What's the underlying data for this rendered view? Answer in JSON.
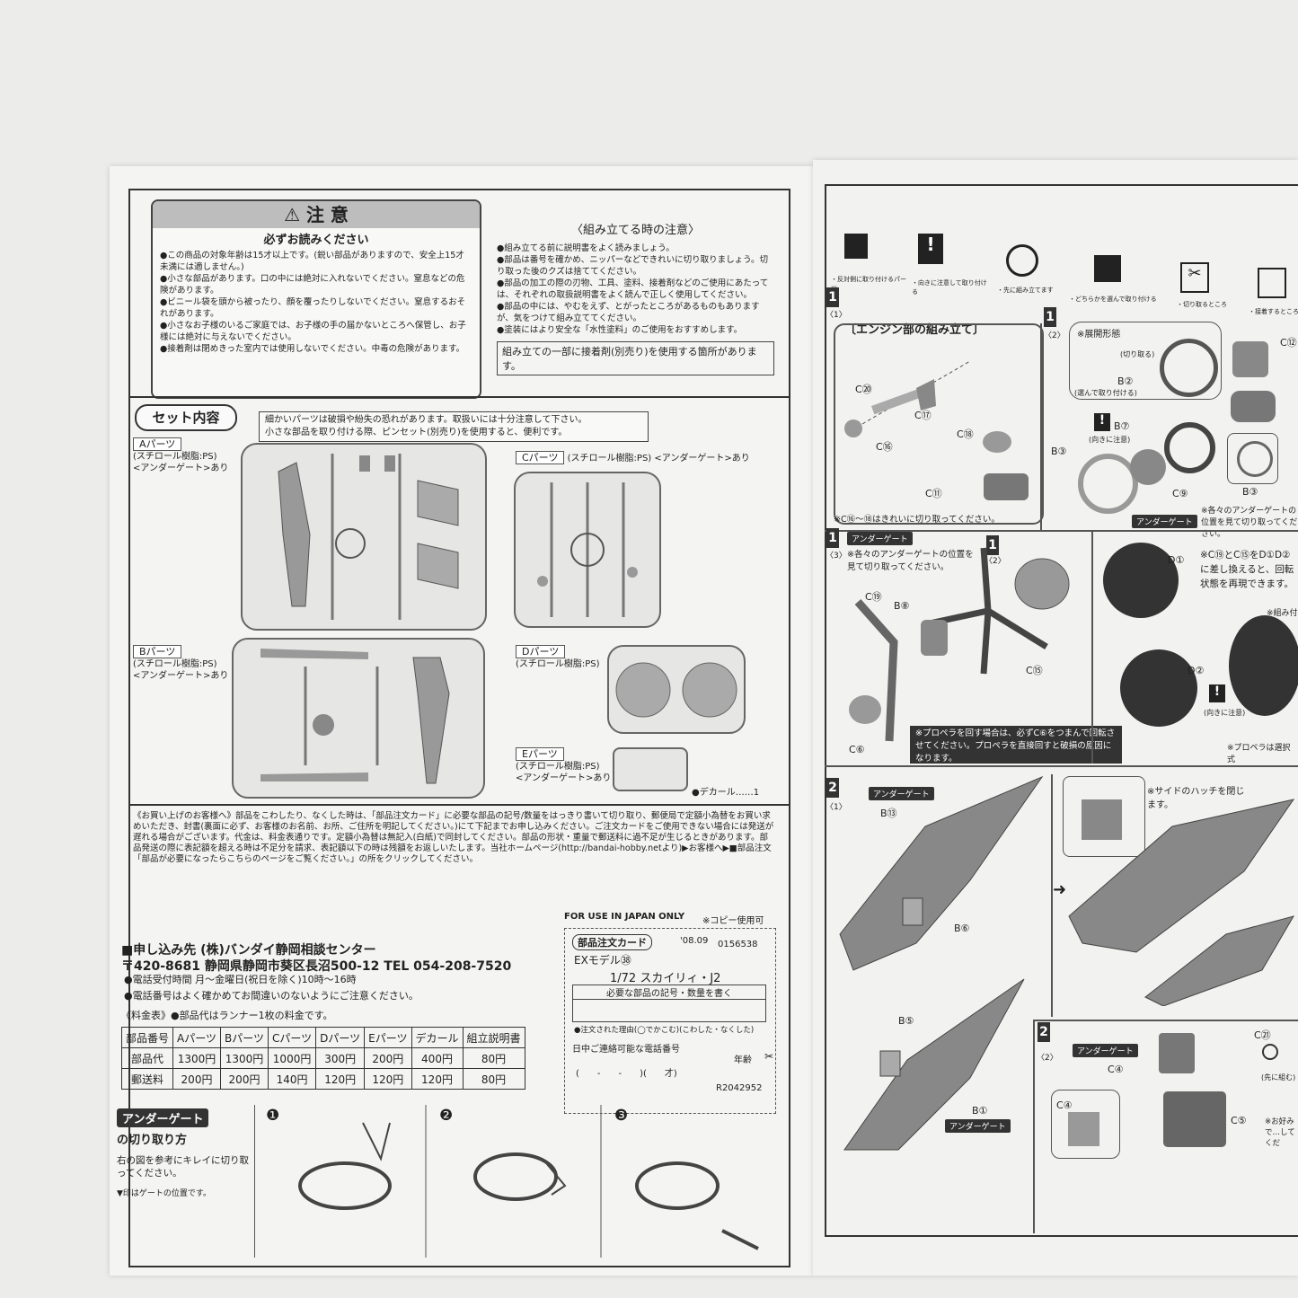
{
  "caution": {
    "title": "注 意",
    "subtitle": "必ずお読みください",
    "items": [
      "●この商品の対象年齢は15才以上です。(鋭い部品がありますので、安全上15才未満には適しません。)",
      "●小さな部品があります。口の中には絶対に入れないでください。窒息などの危険があります。",
      "●ビニール袋を頭から被ったり、顔を覆ったりしないでください。窒息するおそれがあります。",
      "●小さなお子様のいるご家庭では、お子様の手の届かないところへ保管し、お子様には絶対に与えないでください。",
      "●接着剤は閉めきった室内では使用しないでください。中毒の危険があります。"
    ]
  },
  "assembly_notes": {
    "title": "〈組み立てる時の注意〉",
    "items": [
      "●組み立てる前に説明書をよく読みましょう。",
      "●部品は番号を確かめ、ニッパーなどできれいに切り取りましょう。切り取った後のクズは捨ててください。",
      "●部品の加工の際の刃物、工具、塗料、接着剤などのご使用にあたっては、それぞれの取扱説明書をよく読んで正しく使用してください。",
      "●部品の中には、やむをえず、とがったところがあるものもありますが、気をつけて組み立ててください。",
      "●塗装にはより安全な「水性塗料」のご使用をおすすめします。"
    ],
    "glue_note": "組み立ての一部に接着剤(別売り)を使用する箇所があります。"
  },
  "set_contents": {
    "badge": "セット内容",
    "note_line1": "細かいパーツは破損や紛失の恐れがあります。取扱いには十分注意して下さい。",
    "note_line2": "小さな部品を取り付ける際、ピンセット(別売り)を使用すると、便利です。",
    "parts": [
      {
        "name": "Aパーツ",
        "material": "(スチロール樹脂:PS)",
        "gate": "<アンダーゲート>あり"
      },
      {
        "name": "Cパーツ",
        "material": "(スチロール樹脂:PS)",
        "gate": "<アンダーゲート>あり"
      },
      {
        "name": "Bパーツ",
        "material": "(スチロール樹脂:PS)",
        "gate": "<アンダーゲート>あり"
      },
      {
        "name": "Dパーツ",
        "material": "(スチロール樹脂:PS)",
        "gate": ""
      },
      {
        "name": "Eパーツ",
        "material": "(スチロール樹脂:PS)",
        "gate": "<アンダーゲート>あり"
      }
    ],
    "decal": "●デカール……1"
  },
  "customer_notice": {
    "text": "《お買い上げのお客様へ》部品をこわしたり、なくした時は、「部品注文カード」に必要な部品の記号/数量をはっきり書いて切り取り、郵便局で定額小為替をお買い求めいただき、封書(裏面に必ず、お客様のお名前、お所、ご住所を明記してください。)にて下記までお申し込みください。ご注文カードをご使用できない場合には発送が遅れる場合がございます。代金は、料金表通りです。定額小為替は無記入(白紙)で同封してください。部品の形状・重量で郵送料に過不足が生じるときがあります。部品発送の際に表記額を超える時は不足分を請求、表記額以下の時は残額をお返しいたします。当社ホームページ(http://bandai-hobby.netより)▶お客様へ▶■部品注文「部品が必要になったらこちらのページをご覧ください。」の所をクリックしてください。",
    "contact_label": "■申し込み先",
    "contact_company": "(株)バンダイ静岡相談センター",
    "address": "〒420-8681 静岡県静岡市葵区長沼500-12 TEL 054-208-7520",
    "hours": "●電話受付時間 月〜金曜日(祝日を除く)10時〜16時",
    "phone_note": "●電話番号はよく確かめてお間違いのないようにご注意ください。",
    "price_caption": "《料金表》●部品代はランナー1枚の料金です。"
  },
  "price_table": {
    "headers": [
      "部品番号",
      "Aパーツ",
      "Bパーツ",
      "Cパーツ",
      "Dパーツ",
      "Eパーツ",
      "デカール",
      "組立説明書"
    ],
    "rows": [
      [
        "部品代",
        "1300円",
        "1300円",
        "1000円",
        "300円",
        "200円",
        "400円",
        "80円"
      ],
      [
        "郵送料",
        "200円",
        "200円",
        "140円",
        "120円",
        "120円",
        "120円",
        "80円"
      ]
    ]
  },
  "order_card": {
    "header": "FOR USE IN JAPAN ONLY",
    "copy_note": "※コピー使用可",
    "title": "部品注文カード",
    "date": "'08.09",
    "code": "0156538",
    "series": "EXモデル㊳",
    "product": "1/72 スカイリィ・J2",
    "required": "必要な部品の記号・数量を書く",
    "reason": "●注文された理由(◯でかこむ)(こわした・なくした)",
    "phone_label": "日中ご連絡可能な電話番号",
    "age_label": "年齢",
    "phone_format": "(　　-　　-　　)(　　才)",
    "serial": "R2042952"
  },
  "under_gate": {
    "badge": "アンダーゲート",
    "title": "の切り取り方",
    "desc": "右の図を参考にキレイに切り取ってください。",
    "note": "▼印はゲートの位置です。",
    "steps": [
      "❶",
      "❷",
      "❸"
    ]
  },
  "right_page": {
    "legend": [
      "・反対側に取り付けるパーツ",
      "・向きに注意して取り付ける",
      "・先に組み立てます",
      "・どちらかを選んで取り付ける",
      "・切り取るところ",
      "・接着するところ"
    ],
    "step1_title": "〔エンジン部の組み立て〕",
    "step1_note": "※C⑯〜⑱はきれいに切り取ってください。",
    "step1_2_title": "※展開形態",
    "step1_2_cut": "(切り取る)",
    "step1_2_select": "(選んで取り付ける)",
    "step1_2_dir": "(向きに注意)",
    "step1_2_gate": "アンダーゲート",
    "step1_2_note": "※各々のアンダーゲートの位置を見て切り取ってください。",
    "step1_3_gate": "アンダーゲート",
    "step1_3_note": "※各々のアンダーゲートの位置を見て切り取ってください。",
    "prop_note": "※プロペラを回す場合は、必ずC⑥をつまんで回転させてください。プロペラを直接回すと破損の原因になります。",
    "disc_note": "※C⑲とC⑮をD①D②に差し換えると、回転状態を再現できます。",
    "assembled": "※組み付け",
    "prop_select": "※プロペラは選択式",
    "dir_note": "(向きに注意)",
    "step2_gate": "アンダーゲート",
    "hatch_note": "※サイドのハッチを閉じます。",
    "step2_2_gate": "アンダーゲート",
    "first_assemble": "(先に組む)",
    "preference": "※お好みで…してくだ",
    "step_labels": [
      "1",
      "〈1〉",
      "1",
      "〈2〉",
      "1",
      "〈3〉",
      "2",
      "〈1〉",
      "2",
      "〈2〉",
      "1",
      "〈2〉"
    ],
    "part_labels": [
      "C⑳",
      "C⑰",
      "C⑯",
      "C⑱",
      "C⑪",
      "B②",
      "B⑦",
      "B③",
      "C⑨",
      "B③",
      "C⑫",
      "C⑲",
      "B⑧",
      "C⑮",
      "C⑥",
      "D①",
      "D②",
      "B⑬",
      "B⑥",
      "B⑤",
      "B①",
      "C④",
      "C㉑",
      "C⑤",
      "C④"
    ]
  }
}
